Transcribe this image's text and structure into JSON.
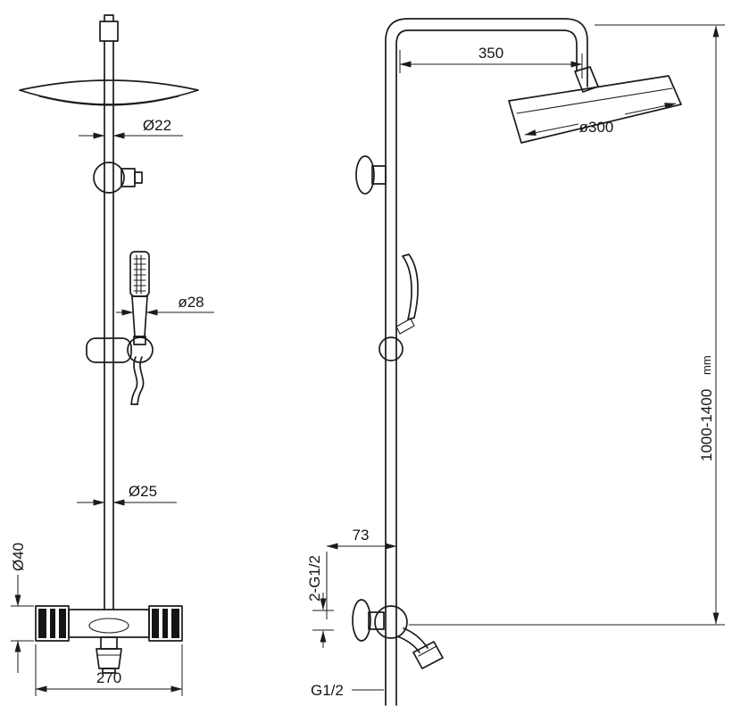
{
  "drawing": {
    "front_view": {
      "dim_pipe_top": "Ø22",
      "dim_hand_shower": "ø28",
      "dim_pipe_lower": "Ø25",
      "dim_valve_body": "Ø40",
      "dim_valve_width": "270"
    },
    "side_view": {
      "dim_arm_reach": "350",
      "dim_head_diameter": "ø300",
      "dim_height_value": "1000-1400",
      "dim_height_unit": "mm",
      "dim_inlet_offset": "73",
      "label_inlet_thread": "2-G1/2",
      "label_outlet_thread": "G1/2"
    }
  }
}
